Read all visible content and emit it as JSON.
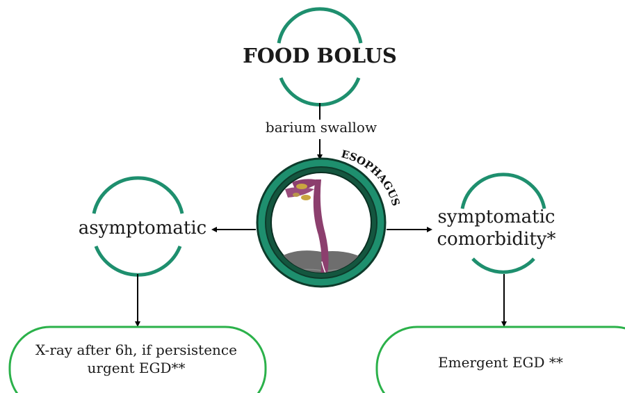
{
  "colors": {
    "ring_teal": "#1e8f6e",
    "ring_dark": "#14563f",
    "box_green": "#2bb14a",
    "arrow": "#000000",
    "esophagus_tissue": "#8c3f6e",
    "food_gold": "#c9a640",
    "stomach_grey": "#6e6e6e"
  },
  "nodes": {
    "food_bolus": "FOOD BOLUS",
    "barium_swallow": "barium swallow",
    "esophagus_label": "ESOPHAGUS",
    "asymptomatic": "asymptomatic",
    "symptomatic_line1": "symptomatic",
    "symptomatic_line2": "comorbidity*",
    "xray_line1": "X-ray after 6h, if persistence",
    "xray_line2": "urgent EGD**",
    "emergent": "Emergent EGD **"
  }
}
